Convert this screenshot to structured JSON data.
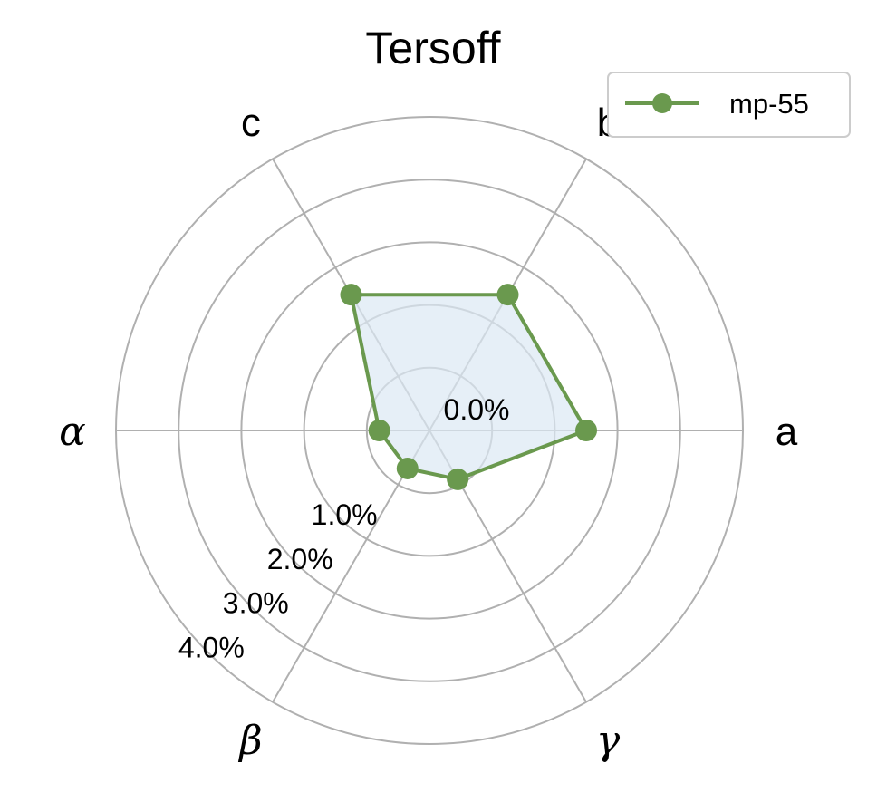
{
  "chart_data": {
    "type": "radar",
    "title": "Tersoff",
    "axes": [
      "a",
      "b",
      "c",
      "α",
      "β",
      "γ"
    ],
    "greek_axes": [
      false,
      false,
      false,
      true,
      true,
      true
    ],
    "rlim": [
      -1.0,
      4.0
    ],
    "r_ticks": [
      0.0,
      1.0,
      2.0,
      3.0,
      4.0
    ],
    "r_tick_labels": [
      "0.0%",
      "1.0%",
      "2.0%",
      "3.0%",
      "4.0%"
    ],
    "grid": true,
    "legend_position": "top-right",
    "series": [
      {
        "name": "mp-55",
        "values": [
          1.5,
          1.5,
          1.5,
          -0.2,
          -0.3,
          -0.1
        ],
        "line_color": "#6a994e",
        "fill_color": "#dce8f4"
      }
    ]
  }
}
